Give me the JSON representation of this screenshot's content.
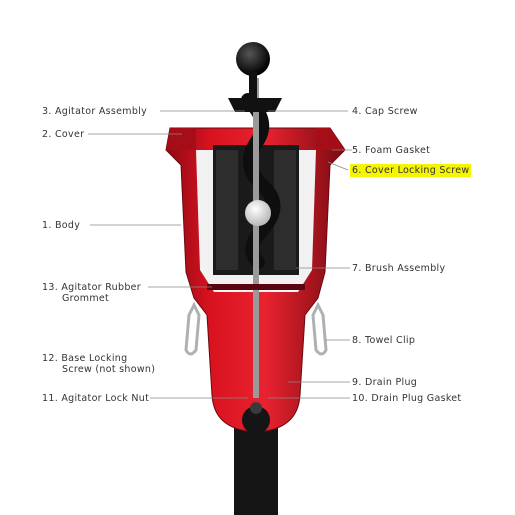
{
  "labels": {
    "agitator_assembly": "3. Agitator Assembly",
    "cover": "2. Cover",
    "body": "1. Body",
    "agitator_rubber_grommet_1": "13. Agitator Rubber",
    "agitator_rubber_grommet_2": "Grommet",
    "base_locking_screw_1": "12. Base Locking",
    "base_locking_screw_2": "Screw (not shown)",
    "agitator_lock_nut": "11. Agitator Lock Nut",
    "cap_screw": "4. Cap Screw",
    "foam_gasket": "5. Foam Gasket",
    "cover_locking_screw": "6. Cover Locking Screw",
    "brush_assembly": "7. Brush Assembly",
    "towel_clip": "8. Towel Clip",
    "drain_plug": "9. Drain Plug",
    "drain_plug_gasket": "10. Drain Plug Gasket"
  },
  "highlighted_label": "cover_locking_screw",
  "colors": {
    "body_red": "#c8101e",
    "body_dark": "#7a0a12",
    "interior_black": "#1a1a1a",
    "highlight": "#f5f500",
    "leader_line": "#888888"
  }
}
